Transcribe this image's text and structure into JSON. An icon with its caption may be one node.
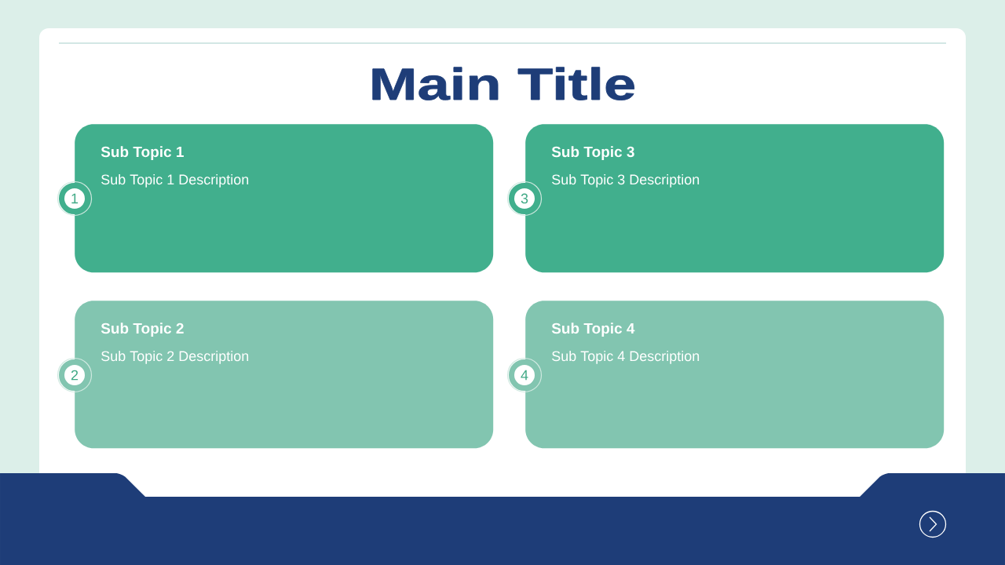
{
  "diagram": {
    "title": "Main Title",
    "nodes": [
      {
        "text": [
          "Sub Topic 1",
          "Sub Topic 1 Description"
        ]
      },
      {
        "text": [
          "1"
        ]
      },
      {
        "text": [
          "Sub Topic 3",
          "Sub Topic 3 Description"
        ]
      },
      {
        "text": [
          "3"
        ]
      },
      {
        "text": [
          "Sub Topic 2",
          "Sub Topic 2 Description"
        ]
      },
      {
        "text": [
          "2"
        ]
      },
      {
        "text": [
          "Sub Topic 4",
          "Sub Topic 4 Description"
        ]
      },
      {
        "text": [
          "4"
        ]
      }
    ]
  }
}
